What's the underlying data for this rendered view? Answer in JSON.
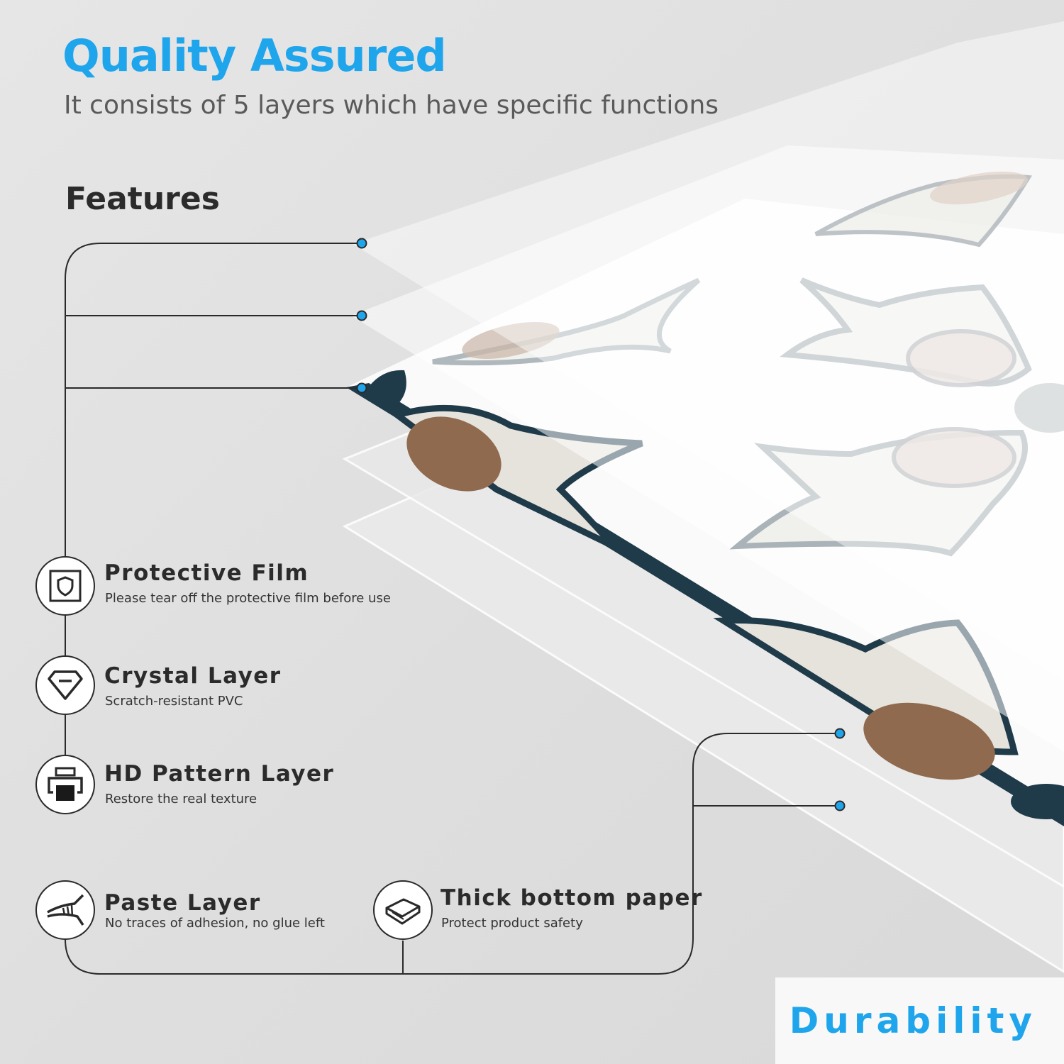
{
  "header": {
    "title": "Quality Assured",
    "subtitle": "It consists of 5 layers which have specific functions"
  },
  "features_heading": "Features",
  "features": [
    {
      "title": "Protective Film",
      "description": "Please tear off the protective film before use",
      "icon": "shield-icon"
    },
    {
      "title": "Crystal Layer",
      "description": "Scratch-resistant PVC",
      "icon": "crystal-icon"
    },
    {
      "title": "HD Pattern Layer",
      "description": "Restore the real texture",
      "icon": "printer-icon"
    },
    {
      "title": "Paste Layer",
      "description": "No traces of adhesion, no glue left",
      "icon": "adhesive-icon"
    },
    {
      "title": "Thick bottom paper",
      "description": "Protect product safety",
      "icon": "paper-icon"
    }
  ],
  "badge": "Durability",
  "colors": {
    "accent": "#1fa5ec",
    "background": "#e3e3e3",
    "pattern_dark": "#1f3b4a",
    "pattern_brown": "#8f6a4e",
    "pattern_cream": "#e6e3dc",
    "connector_dot": "#1fa5ec",
    "line": "#2a2a2a"
  }
}
